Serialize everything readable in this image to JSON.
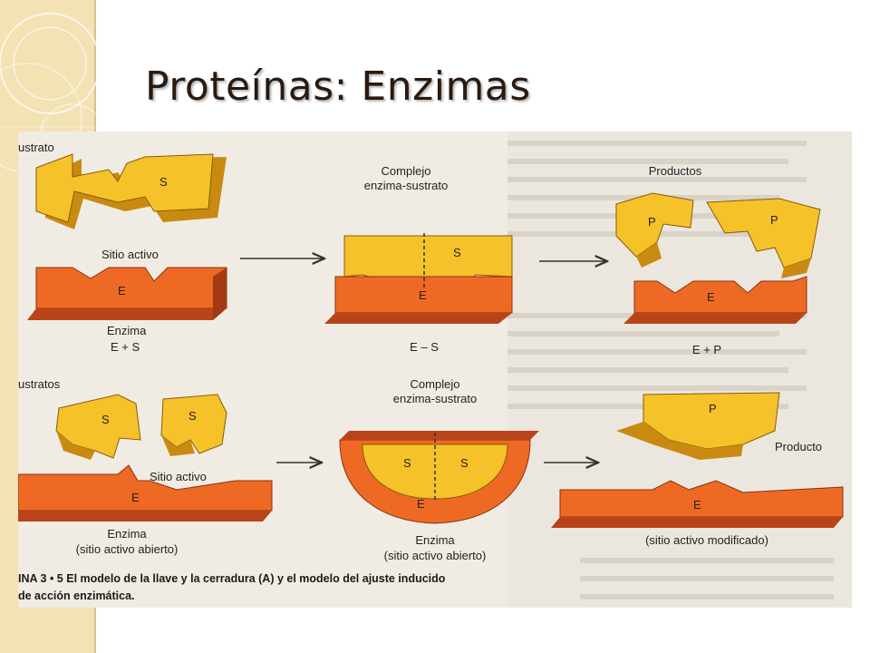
{
  "slide": {
    "title": "Proteínas: Enzimas"
  },
  "figure": {
    "top_left_label": "ustrato",
    "top": {
      "complex_label_line1": "Complejo",
      "complex_label_line2": "enzima-sustrato",
      "products_label": "Productos",
      "active_site_label": "Sitio activo",
      "enzyme_label": "Enzima",
      "formula_left": "E + S",
      "formula_middle": "E – S",
      "formula_right": "E + P",
      "letter_s": "S",
      "letter_e": "E",
      "letter_p": "P"
    },
    "bottom": {
      "left_label": "ustratos",
      "complex_label_line1": "Complejo",
      "complex_label_line2": "enzima-sustrato",
      "product_label": "Producto",
      "active_site_label": "Sitio activo",
      "enzyme_label": "Enzima",
      "enzyme_open_label": "(sitio activo abierto)",
      "middle_enzyme_label": "Enzima",
      "middle_open_label": "(sitio activo abierto)",
      "modified_label": "(sitio activo modificado)"
    },
    "caption_line1": "INA 3 • 5 El modelo de la llave y la cerradura (A) y el modelo del ajuste inducido",
    "caption_line2": "de acción enzimática.",
    "colors": {
      "substrate": "#f5c22a",
      "substrate_side": "#c98a12",
      "enzyme": "#ee6a24",
      "enzyme_side": "#b9441a",
      "paper": "#f1ece3"
    }
  }
}
